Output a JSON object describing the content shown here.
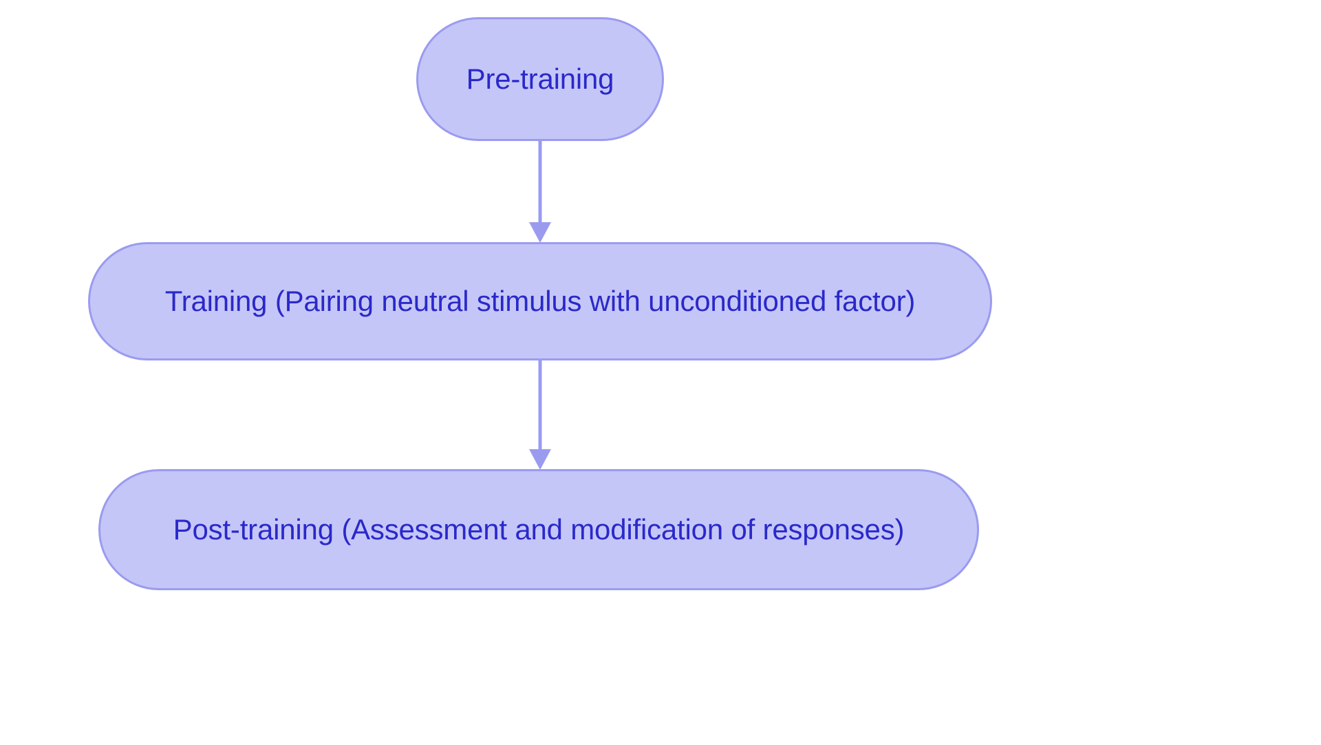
{
  "diagram": {
    "type": "flowchart",
    "orientation": "top-to-bottom",
    "background_color": "#ffffff",
    "node_fill_color": "#c5c6f8",
    "node_border_color": "#9a9bef",
    "node_text_color": "#2929c9",
    "edge_color": "#9a9bef",
    "nodes": [
      {
        "id": "pre-training",
        "label": "Pre-training"
      },
      {
        "id": "training",
        "label": "Training (Pairing neutral stimulus with unconditioned factor)"
      },
      {
        "id": "post-training",
        "label": "Post-training (Assessment and modification of responses)"
      }
    ],
    "edges": [
      {
        "id": "pre-to-training",
        "from": "pre-training",
        "to": "training",
        "arrow": "down-arrow-icon",
        "label": ""
      },
      {
        "id": "training-to-post",
        "from": "training",
        "to": "post-training",
        "arrow": "down-arrow-icon",
        "label": ""
      }
    ]
  }
}
